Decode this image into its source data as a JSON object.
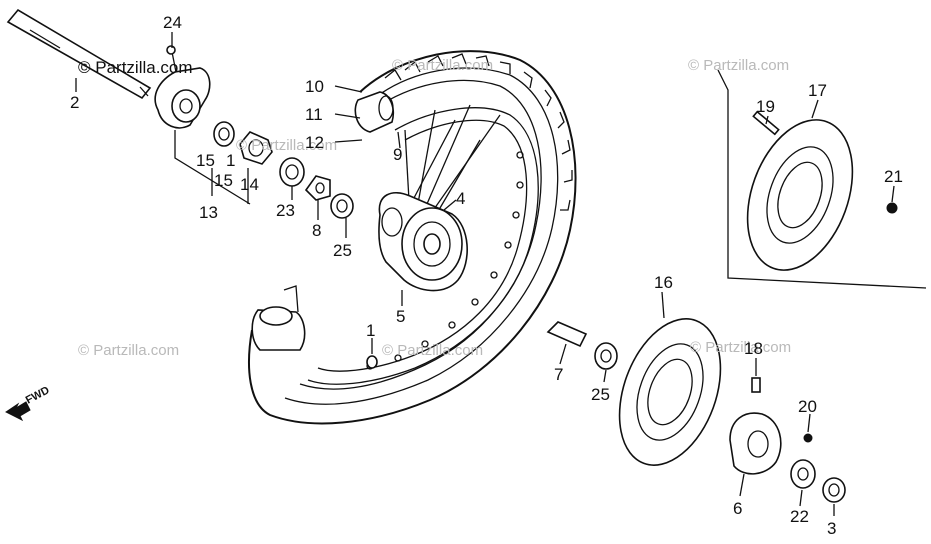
{
  "diagram": {
    "watermarks": [
      "© Partzilla.com",
      "© Partzilla.com",
      "© Partzilla.com",
      "© Partzilla.com",
      "© Partzilla.com",
      "© Partzilla.com",
      "© Partzilla.com"
    ],
    "direction_label": "FWD",
    "part_labels": [
      "24",
      "2",
      "10",
      "11",
      "12",
      "9",
      "15",
      "1",
      "15",
      "14",
      "13",
      "23",
      "8",
      "4",
      "25",
      "5",
      "1",
      "19",
      "17",
      "21",
      "16",
      "18",
      "7",
      "25",
      "20",
      "6",
      "22",
      "3"
    ]
  }
}
